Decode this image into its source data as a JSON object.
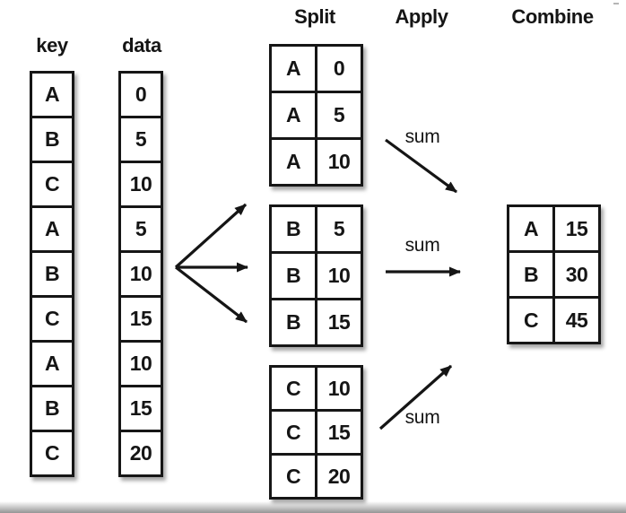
{
  "headers": {
    "split": "Split",
    "apply": "Apply",
    "combine": "Combine"
  },
  "columns": {
    "key": {
      "label": "key",
      "cells": [
        "A",
        "B",
        "C",
        "A",
        "B",
        "C",
        "A",
        "B",
        "C"
      ]
    },
    "data": {
      "label": "data",
      "cells": [
        "0",
        "5",
        "10",
        "5",
        "10",
        "15",
        "10",
        "15",
        "20"
      ]
    }
  },
  "split_tables": [
    {
      "group": "A",
      "rows": [
        [
          "A",
          "0"
        ],
        [
          "A",
          "5"
        ],
        [
          "A",
          "10"
        ]
      ]
    },
    {
      "group": "B",
      "rows": [
        [
          "B",
          "5"
        ],
        [
          "B",
          "10"
        ],
        [
          "B",
          "15"
        ]
      ]
    },
    {
      "group": "C",
      "rows": [
        [
          "C",
          "10"
        ],
        [
          "C",
          "15"
        ],
        [
          "C",
          "20"
        ]
      ]
    }
  ],
  "apply": {
    "operation": "sum",
    "labels": [
      "sum",
      "sum",
      "sum"
    ]
  },
  "combine_table": {
    "rows": [
      [
        "A",
        "15"
      ],
      [
        "B",
        "30"
      ],
      [
        "C",
        "45"
      ]
    ]
  },
  "colors": {
    "ink": "#151515",
    "background": "#ffffff",
    "shadow": "rgba(0,0,0,0.35)"
  }
}
